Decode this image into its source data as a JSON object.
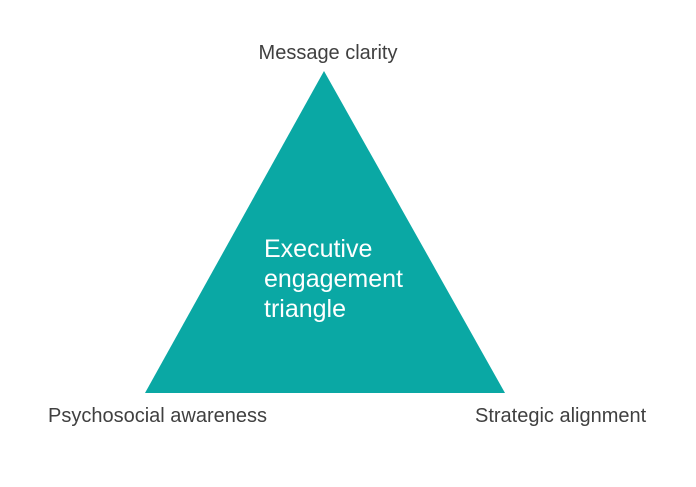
{
  "diagram": {
    "shape": "triangle",
    "center_label": "Executive\nengagement\ntriangle",
    "vertex_labels": {
      "top": "Message clarity",
      "bottom_left": "Psychosocial awareness",
      "bottom_right": "Strategic alignment"
    },
    "colors": {
      "triangle_fill": "#0aa8a4",
      "vertex_label_text": "#404040",
      "center_label_text": "#ffffff",
      "background": "#ffffff"
    }
  }
}
